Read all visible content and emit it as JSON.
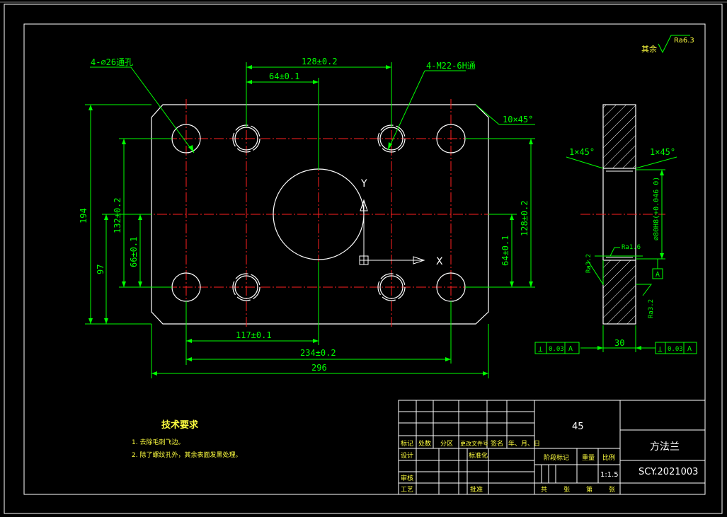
{
  "surface_finish_note": {
    "label": "其余",
    "ra": "Ra6.3"
  },
  "front_view": {
    "callouts": {
      "through_holes": "4-⌀26通孔",
      "thread_holes": "4-M22-6H通",
      "chamfer": "10×45°"
    },
    "dims": {
      "top_128": "128±0.2",
      "top_64": "64±0.1",
      "left_194": "194",
      "left_132": "132±0.2",
      "left_66": "66±0.1",
      "left_97": "97",
      "right_128": "128±0.2",
      "right_64": "64±0.1",
      "bottom_117": "117±0.1",
      "bottom_234": "234±0.2",
      "bottom_296": "296"
    },
    "axes": {
      "x": "X",
      "y": "Y"
    }
  },
  "side_view": {
    "chamfer_left": "1×45°",
    "chamfer_right": "1×45°",
    "bore_fit": "⌀80H8(+0.046 0)",
    "ra_inner": "Ra1.6",
    "ra_left": "Ra3.2",
    "ra_right": "Ra3.2",
    "datum": "A",
    "thickness": "30",
    "tol_left": {
      "symbol": "⊥",
      "value": "0.03",
      "datum": "A"
    },
    "tol_right": {
      "symbol": "⊥",
      "value": "0.03",
      "datum": "A"
    }
  },
  "tech_requirements": {
    "title": "技术要求",
    "items": [
      "1. 去除毛刺飞边。",
      "2. 除了螺纹孔外，其余表面发黑处理。"
    ]
  },
  "title_block": {
    "material": "45",
    "part_name": "方法兰",
    "drawing_no": "SCY.2021003",
    "scale": "1:1.5",
    "headers": [
      "标记",
      "处数",
      "分区",
      "更改文件号",
      "签名",
      "年、月、日"
    ],
    "design": "设计",
    "standardize": "标准化",
    "review": "审核",
    "process": "工艺",
    "approve": "批准",
    "stage_mark": "阶段标记",
    "weight": "重量",
    "ratio": "比例",
    "sheets": [
      "共",
      "张",
      "第",
      "张"
    ]
  }
}
